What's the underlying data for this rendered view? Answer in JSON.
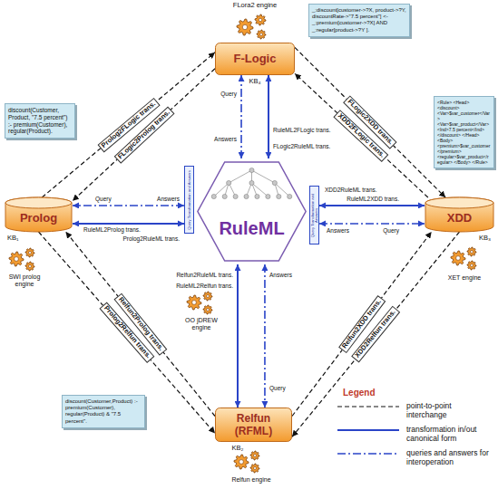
{
  "diagram": {
    "nodes": [
      {
        "text": [
          "F-Logic"
        ]
      },
      {
        "text": [
          "Prolog"
        ]
      },
      {
        "text": [
          "RuleML"
        ]
      },
      {
        "text": [
          "XDD"
        ]
      },
      {
        "text": [
          "Relfun (RFML)"
        ]
      },
      {
        "text": [
          "_:discount[customer->?X, product->?Y, discountRate->\"7.5 percent\"] <- _:premium[customer->?X] AND _:regular[product->?Y ]."
        ]
      },
      {
        "text": [
          "discount(Customer, Product, \"7.5 percent\") :- premium(Customer), regular(Product)."
        ]
      },
      {
        "text": [
          "<Rule> <Head> <discount> <Var>$var_customer</Var> <Var>$var_product</Var> <Ind>7.5 percent</Ind> </discount> </Head> <Body> <premium>$var_customer</premium> <regular>$var_product</regular> </Body> </Rule>"
        ]
      },
      {
        "text": [
          "discount(Customer,Product) :- premium(Customer), regular(Product) & \"7.5 percent\"."
        ]
      },
      {
        "text": [
          "Query Transformation and Answers"
        ],
        "in": 2
      },
      {
        "text": [
          "Query Transformation and Answers"
        ],
        "in": 2
      }
    ],
    "edges": [
      {
        "from": 1,
        "to": 0,
        "arrow": "to",
        "label": "Prolog2FLogic trans."
      },
      {
        "from": 0,
        "to": 1,
        "arrow": "to",
        "label": "FLogic2Prolog trans."
      },
      {
        "from": 0,
        "to": 3,
        "arrow": "to",
        "label": "FLogic2XDD trans."
      },
      {
        "from": 3,
        "to": 0,
        "arrow": "to",
        "label": "XDD2FLogic trans."
      },
      {
        "from": 4,
        "to": 1,
        "arrow": "to",
        "label": "Relfun2Prolog trans."
      },
      {
        "from": 1,
        "to": 4,
        "arrow": "to",
        "label": "Prolog2Relfun trans."
      },
      {
        "from": 4,
        "to": 3,
        "arrow": "to",
        "label": "Relfun2XDD trans."
      },
      {
        "from": 3,
        "to": 4,
        "arrow": "to",
        "label": "XDD2Relfun trans."
      },
      {
        "from": 2,
        "to": 0,
        "arrow": "both",
        "label": "Query"
      },
      {
        "from": 2,
        "to": 0,
        "arrow": "both",
        "label": "RuleML2FLogic trans."
      },
      {
        "from": 2,
        "to": 1,
        "arrow": "both",
        "label": "Query"
      },
      {
        "from": 2,
        "to": 1,
        "arrow": "both",
        "label": "RuleML2Prolog trans."
      },
      {
        "from": 2,
        "to": 3,
        "arrow": "both",
        "label": "RuleML2XDD trans."
      },
      {
        "from": 2,
        "to": 3,
        "arrow": "both",
        "label": "Query"
      },
      {
        "from": 2,
        "to": 4,
        "arrow": "both",
        "label": "RuleML2Relfun trans."
      },
      {
        "from": 2,
        "to": 4,
        "arrow": "both",
        "label": "Query"
      }
    ],
    "labels": [
      "FLora2 engine",
      "KB₄",
      "Answers",
      "FLogic2RuleML trans.",
      "KB₁",
      "SWI prolog engine",
      "Answers",
      "Prolog2RuleML trans.",
      "OO jDREW engine",
      "KB₃",
      "XET engine",
      "XDD2RuleML trans.",
      "Answers",
      "KB₂",
      "Relfun engine",
      "Relfun2RuleML trans.",
      "Answers",
      "Legend"
    ],
    "legend": [
      {
        "text": "point-to-point interchange"
      },
      {
        "text": "transformation in/out canonical form"
      },
      {
        "text": "queries and answers for interoperation"
      }
    ]
  }
}
